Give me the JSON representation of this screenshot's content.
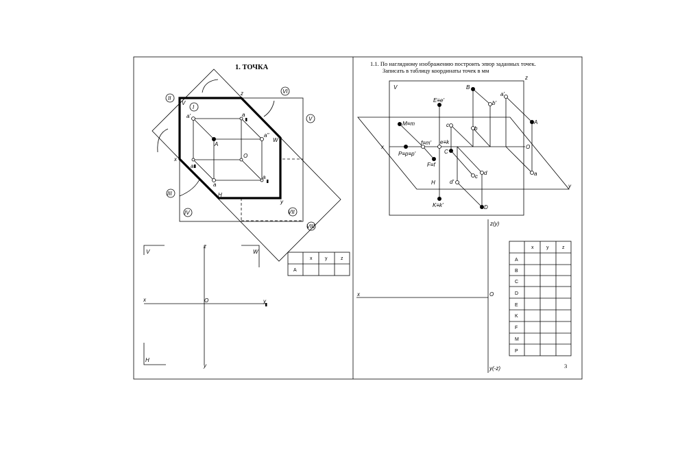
{
  "left_panel": {
    "title": "1. ТОЧКА",
    "axis_labels": {
      "x": "x",
      "z": "z",
      "y": "y",
      "o": "O",
      "v": "V",
      "w": "W",
      "h": "H"
    },
    "point_labels": {
      "A": "A",
      "a": "a",
      "a1": "a'",
      "a2": "a\"",
      "a_x": "a",
      "a_z": "a",
      "a_y": "a"
    },
    "roman": [
      "I",
      "II",
      "III",
      "IV",
      "V",
      "VI",
      "VII",
      "VIII"
    ],
    "bottom_axes": {
      "v": "V",
      "w": "W",
      "h": "H",
      "x": "x",
      "z": "z",
      "o": "O",
      "y": "y",
      "y1": "y"
    },
    "table": {
      "headers": [
        "",
        "x",
        "y",
        "z"
      ],
      "rows": [
        [
          "A",
          "",
          "",
          ""
        ]
      ]
    }
  },
  "right_panel": {
    "task_line1": "1.1. По наглядному изображению построить эпюр заданных точек.",
    "task_line2": "Записать в таблицу координаты точек в мм",
    "plane_labels": {
      "v": "V",
      "h": "H",
      "z": "z",
      "x": "x",
      "y": "y",
      "o": "O"
    },
    "point_labels": {
      "B": "B",
      "b1": "b'",
      "b": "b",
      "E": "E≡e'",
      "A": "A",
      "a1": "a'",
      "a": "a",
      "M": "M≡m",
      "P": "P≡p≡p'",
      "F": "f≡m'",
      "Fb": "F≡f",
      "k": "e≡k",
      "C": "C",
      "c1": "c",
      "c": "c",
      "d": "d",
      "d1": "d'",
      "D": "D",
      "K": "K≡k'"
    },
    "epure_axes": {
      "z": "z(y)",
      "x": "x",
      "o": "O",
      "y": "y(-z)"
    },
    "table": {
      "headers": [
        "",
        "x",
        "y",
        "z"
      ],
      "rows": [
        [
          "A",
          "",
          "",
          ""
        ],
        [
          "B",
          "",
          "",
          ""
        ],
        [
          "C",
          "",
          "",
          ""
        ],
        [
          "D",
          "",
          "",
          ""
        ],
        [
          "E",
          "",
          "",
          ""
        ],
        [
          "K",
          "",
          "",
          ""
        ],
        [
          "F",
          "",
          "",
          ""
        ],
        [
          "M",
          "",
          "",
          ""
        ],
        [
          "P",
          "",
          "",
          ""
        ]
      ]
    },
    "page_number": "3"
  }
}
